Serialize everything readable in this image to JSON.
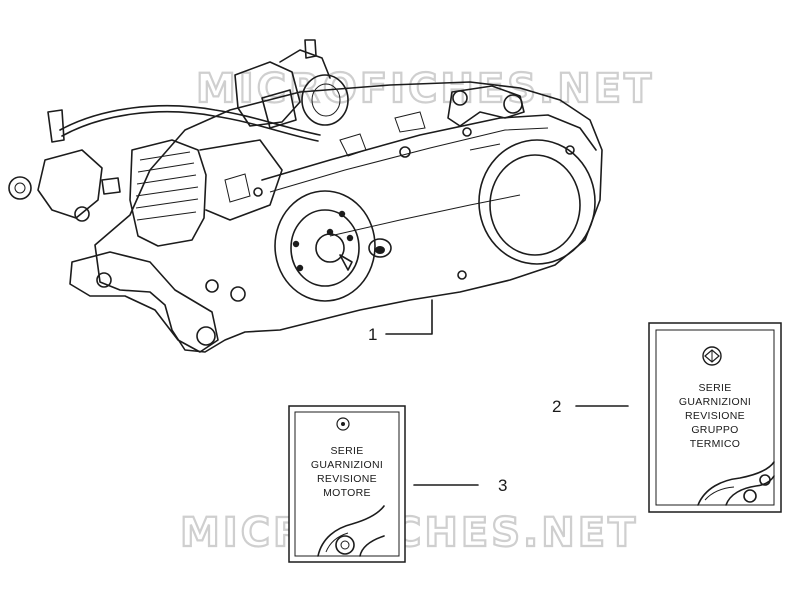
{
  "watermark": {
    "top": "MICROFICHES.NET",
    "bottom": "MICROFICHES.NET"
  },
  "callouts": {
    "engine": "1",
    "cylinder_gasket_kit": "2",
    "engine_gasket_kit": "3"
  },
  "kit_gruppo_termico": {
    "lines": [
      "SERIE",
      "GUARNIZIONI",
      "REVISIONE",
      "GRUPPO",
      "TERMICO"
    ]
  },
  "kit_motore": {
    "lines": [
      "SERIE",
      "GUARNIZIONI",
      "REVISIONE",
      "MOTORE"
    ]
  },
  "icons": {
    "brand_logo": "piaggio-logo-icon",
    "badge": "round-badge-icon"
  },
  "colors": {
    "line": "#1c1c1c",
    "watermark": "#cfcfcf",
    "background": "#ffffff"
  }
}
